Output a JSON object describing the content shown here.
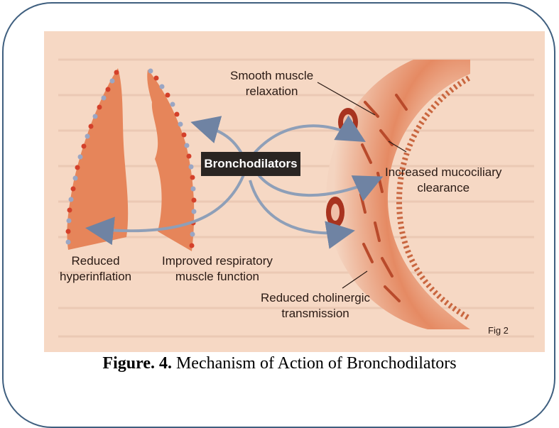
{
  "diagram": {
    "center_label": "Bronchodilators",
    "labels": {
      "smooth_muscle": [
        "Smooth muscle",
        "relaxation"
      ],
      "mucociliary": [
        "Increased mucociliary",
        "clearance"
      ],
      "reduced_hyperinflation": [
        "Reduced",
        "hyperinflation"
      ],
      "respiratory_muscle": [
        "Improved respiratory",
        "muscle function"
      ],
      "cholinergic": [
        "Reduced cholinergic",
        "transmission"
      ]
    },
    "figure_number": "Fig 2"
  },
  "caption": {
    "prefix": "Figure. 4.",
    "text": " Mechanism of Action of Bronchodilators"
  },
  "colors": {
    "lung": "#e6855a",
    "lung_dot_red": "#d4402a",
    "lung_dot_blue": "#9aa6c4",
    "airway": "#e4906c",
    "arrow": "#8e9fb8",
    "box": "#2a2522",
    "frame": "#3f5f7f"
  }
}
